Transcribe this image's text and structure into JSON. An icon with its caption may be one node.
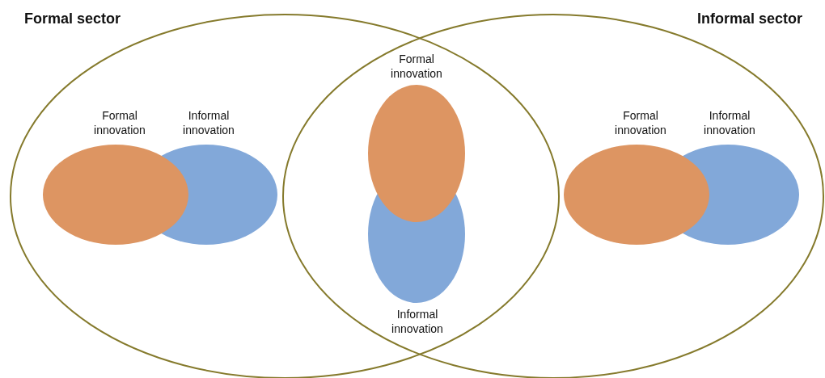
{
  "diagram": {
    "nodes": [
      {
        "text": [
          "Formal sector"
        ]
      },
      {
        "text": [
          "Informal sector"
        ]
      },
      {
        "text": [
          "Formal innovation"
        ],
        "in": 0
      },
      {
        "text": [
          "Informal innovation"
        ],
        "in": 0
      },
      {
        "text": [],
        "shape": "ellipse",
        "beside": [
          "Formal innovation"
        ]
      },
      {
        "text": [],
        "shape": "ellipse",
        "beside": [
          "Informal innovation"
        ]
      },
      {
        "text": [
          "Formal innovation"
        ],
        "in": 1
      },
      {
        "text": [
          "Informal innovation"
        ],
        "in": 1
      }
    ]
  }
}
